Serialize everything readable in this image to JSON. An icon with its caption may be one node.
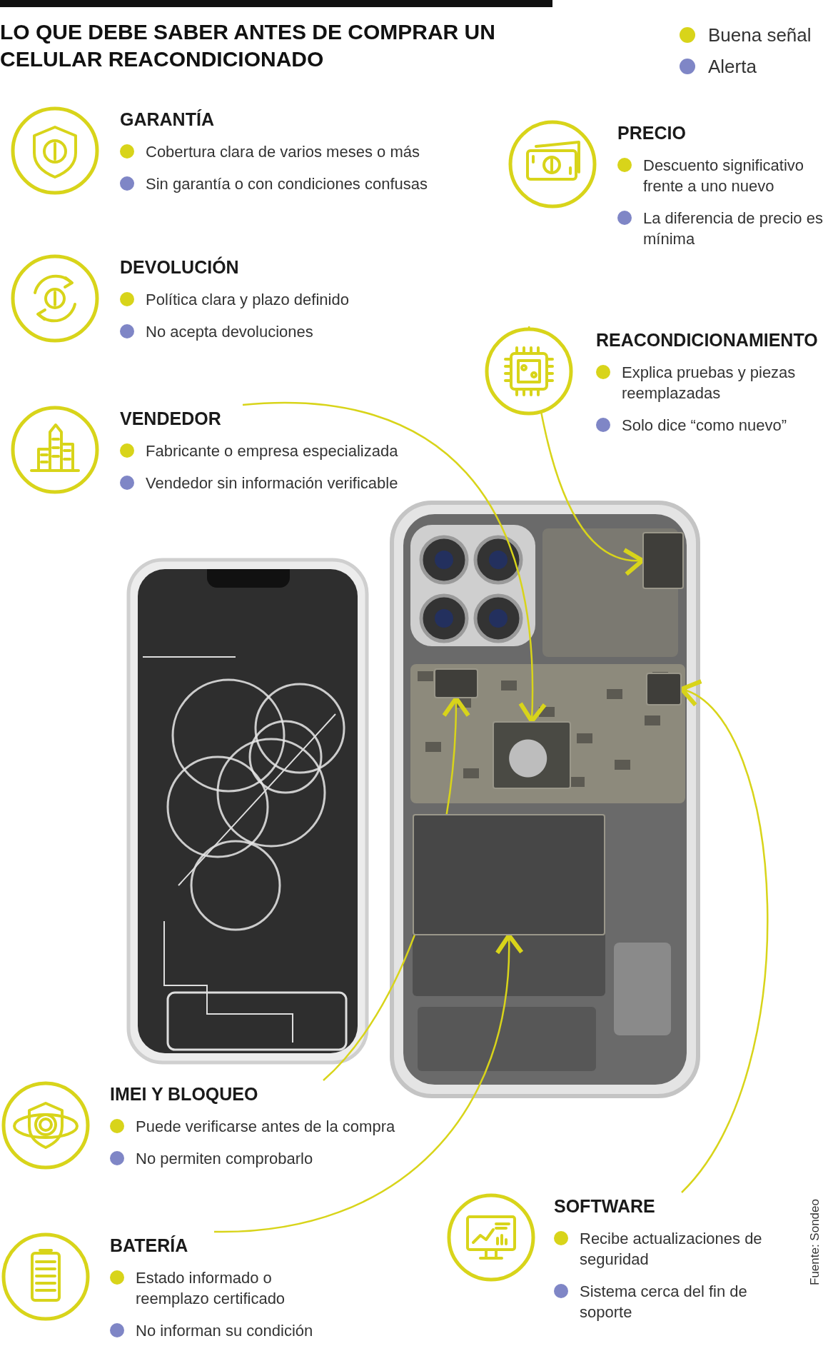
{
  "diagram": {
    "title": "LO QUE DEBE SABER ANTES DE COMPRAR UN CELULAR REACONDICIONADO",
    "nodes": [
      {
        "text": [
          "GARANTÍA",
          "Cobertura clara de varios meses o más",
          "Sin garantía o con condiciones confusas"
        ]
      },
      {
        "text": [
          "DEVOLUCIÓN",
          "Política clara y plazo definido",
          "No acepta devoluciones"
        ]
      },
      {
        "text": [
          "VENDEDOR",
          "Fabricante o empresa especializada",
          "Vendedor sin información verificable"
        ]
      },
      {
        "text": [
          "PRECIO",
          "Descuento significativo frente a uno nuevo",
          "La diferencia de precio es mínima"
        ]
      },
      {
        "text": [
          "REACONDICIONAMIENTO",
          "Explica pruebas y piezas reemplazadas",
          "Solo dice “como nuevo”"
        ]
      },
      {
        "text": [
          "IMEI Y BLOQUEO",
          "Puede verificarse antes de la compra",
          "No permiten comprobarlo"
        ]
      },
      {
        "text": [
          "BATERÍA",
          "Estado informado o reemplazo certificado",
          "No informan su condición"
        ]
      },
      {
        "text": [
          "SOFTWARE",
          "Recibe actualizaciones de seguridad",
          "Sistema cerca del fin de soporte"
        ]
      },
      {
        "text": [],
        "shape": "box"
      },
      {
        "text": [],
        "shape": "box"
      },
      {
        "text": [],
        "shape": "box"
      },
      {
        "text": [],
        "shape": "box"
      },
      {
        "text": [],
        "shape": "box"
      }
    ],
    "edges": [
      {
        "from": 2,
        "to": 8,
        "arrow": "to"
      },
      {
        "from": 4,
        "to": 9,
        "arrow": "to"
      },
      {
        "from": 5,
        "to": 10,
        "arrow": "to"
      },
      {
        "from": 6,
        "to": 11,
        "arrow": "to"
      },
      {
        "from": 7,
        "to": 12,
        "arrow": "to"
      }
    ],
    "labels": [
      "Fuente: Sondeo"
    ],
    "legend": [
      {
        "text": "Buena señal",
        "color": "#d8d41a"
      },
      {
        "text": "Alerta",
        "color": "#7f86c6"
      }
    ]
  }
}
